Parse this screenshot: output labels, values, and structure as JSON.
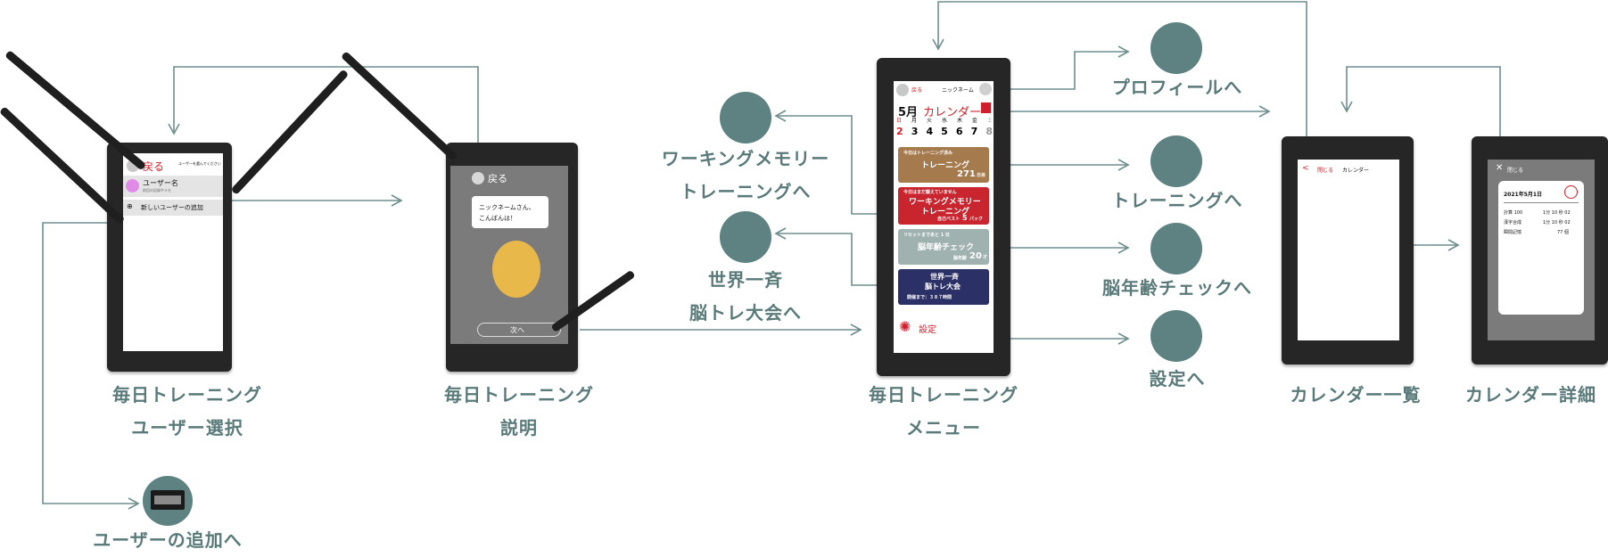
{
  "colors": {
    "node": "#5e8181",
    "arrow": "#6e8e8e",
    "caption": "#5a7a7a",
    "accent": "#d0202e",
    "training": "#a57a4d",
    "memory": "#c9252f",
    "brain_age": "#9fb2b0",
    "world": "#2b3066",
    "bubble_face": "#e8b84a"
  },
  "captions": {
    "user_select": [
      "毎日トレーニング",
      "ユーザー選択"
    ],
    "explanation": [
      "毎日トレーニング",
      "説明"
    ],
    "menu": [
      "毎日トレーニング",
      "メニュー"
    ],
    "calendar_list": "カレンダー一覧",
    "calendar_detail": "カレンダー詳細"
  },
  "nodes": {
    "working_memory": [
      "ワーキングメモリー",
      "トレーニングへ"
    ],
    "world": [
      "世界一斉",
      "脳トレ大会へ"
    ],
    "profile": "プロフィールへ",
    "training": "トレーニングへ",
    "brain_age": "脳年齢チェックへ",
    "settings": "設定へ",
    "add_user": "ユーザーの追加へ"
  },
  "screen1": {
    "back": "戻る",
    "hint": "ユーザーを選んでください",
    "user_name": "ユーザー名",
    "user_sub": "前回の記録やメモ",
    "add_user": "新しいユーザーの追加"
  },
  "screen2": {
    "back": "戻る",
    "speech": [
      "ニックネームさん、",
      "こんばんは！"
    ],
    "next": "次へ"
  },
  "screen3": {
    "back": "戻る",
    "nickname": "ニックネーム",
    "month": "5月",
    "calendar_label": "カレンダー",
    "weekdays": [
      "日",
      "月",
      "火",
      "水",
      "木",
      "金",
      "土"
    ],
    "dates": [
      "2",
      "3",
      "4",
      "5",
      "6",
      "7",
      "8"
    ],
    "card1": {
      "top": "今日はトレーニング済み",
      "title": "トレーニング",
      "value": "271",
      "unit": "日目"
    },
    "card2": {
      "top": "今日はまだ鍛えていません",
      "title1": "ワーキングメモリー",
      "title2": "トレーニング",
      "best_label": "自己ベスト",
      "best_value": "5",
      "best_unit": "パック"
    },
    "card3": {
      "top": "リセットまであと 1 日",
      "title": "脳年齢チェック",
      "sub": "脳年齢",
      "value": "20",
      "unit": "才"
    },
    "card4": {
      "title1": "世界一斉",
      "title2": "脳トレ大会",
      "sub": "開催まで：３８７時間"
    },
    "settings": "設定"
  },
  "screen4": {
    "close": "閉じる",
    "title": "カレンダー"
  },
  "screen5": {
    "close": "閉じる",
    "date": "2021年5月1日",
    "rows": [
      {
        "label": "計算 100",
        "value": "1分 10 秒 02"
      },
      {
        "label": "漢字合成",
        "value": "1分 10 秒 02"
      },
      {
        "label": "瞬間記憶",
        "value": "77 個"
      }
    ]
  }
}
